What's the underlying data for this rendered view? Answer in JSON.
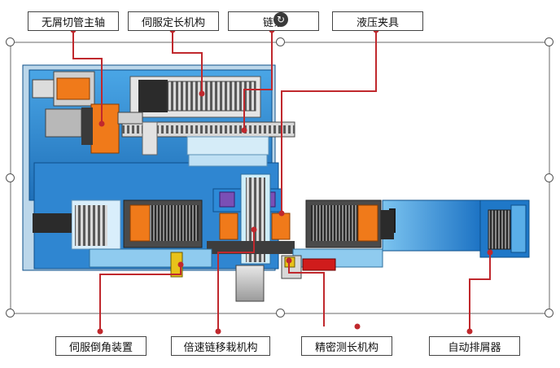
{
  "labels": {
    "spindle": "无屑切管主轴",
    "servo_length": "伺服定长机构",
    "chain": "链条",
    "hydraulic_clamp": "液压夹具",
    "servo_chamfer": "伺服倒角装置",
    "double_speed_chain": "倍速链移栽机构",
    "precision_length": "精密测长机构",
    "chip_removal": "自动排屑器"
  },
  "colors": {
    "frame_blue": "#1e7fd0",
    "light_blue": "#9fd3f2",
    "orange": "#f07a1a",
    "leader_red": "#c0282d",
    "dark_grey": "#3b3b3b"
  },
  "icons": {
    "rotate": "rotate-icon"
  }
}
